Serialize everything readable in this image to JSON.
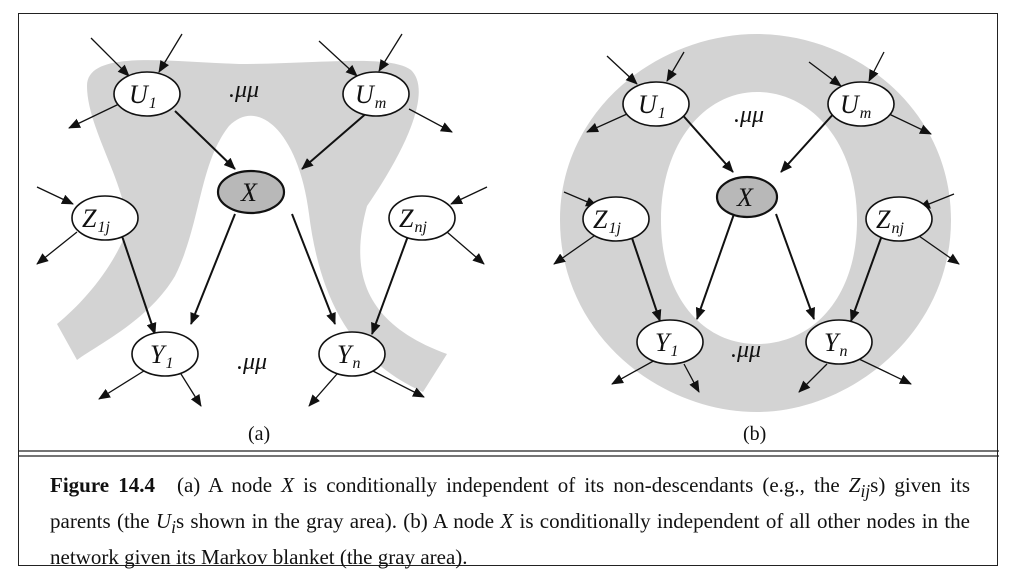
{
  "panel_a": {
    "label": "(a)",
    "nodes": {
      "u1": "U",
      "u1_sub": "1",
      "um": "U",
      "um_sub": "m",
      "x": "X",
      "z1j": "Z",
      "z1j_sub": "1j",
      "znj": "Z",
      "znj_sub": "nj",
      "y1": "Y",
      "y1_sub": "1",
      "yn": "Y",
      "yn_sub": "n"
    },
    "dots_top": ".μμ",
    "dots_bottom": ".μμ"
  },
  "panel_b": {
    "label": "(b)",
    "nodes": {
      "u1": "U",
      "u1_sub": "1",
      "um": "U",
      "um_sub": "m",
      "x": "X",
      "z1j": "Z",
      "z1j_sub": "1j",
      "znj": "Z",
      "znj_sub": "nj",
      "y1": "Y",
      "y1_sub": "1",
      "yn": "Y",
      "yn_sub": "n"
    },
    "dots_top": ".μμ",
    "dots_bottom": ".μμ"
  },
  "colors": {
    "blanket_gray": "#d3d3d3",
    "x_node_fill": "#b8b8b8",
    "node_fill": "#ffffff",
    "stroke": "#111111"
  },
  "caption": {
    "figure_number": "Figure 14.4",
    "part1": "(a) A node ",
    "var_x1": "X",
    "part2": " is conditionally independent of its non-descendants (e.g., the ",
    "var_z": "Z",
    "var_z_sub": "ij",
    "part3": "s) given its parents (the ",
    "var_u": "U",
    "var_u_sub": "i",
    "part4": "s shown in the gray area).  (b) A node ",
    "var_x2": "X",
    "part5": " is conditionally independent of all other nodes in the network given its Markov blanket (the gray area)."
  }
}
